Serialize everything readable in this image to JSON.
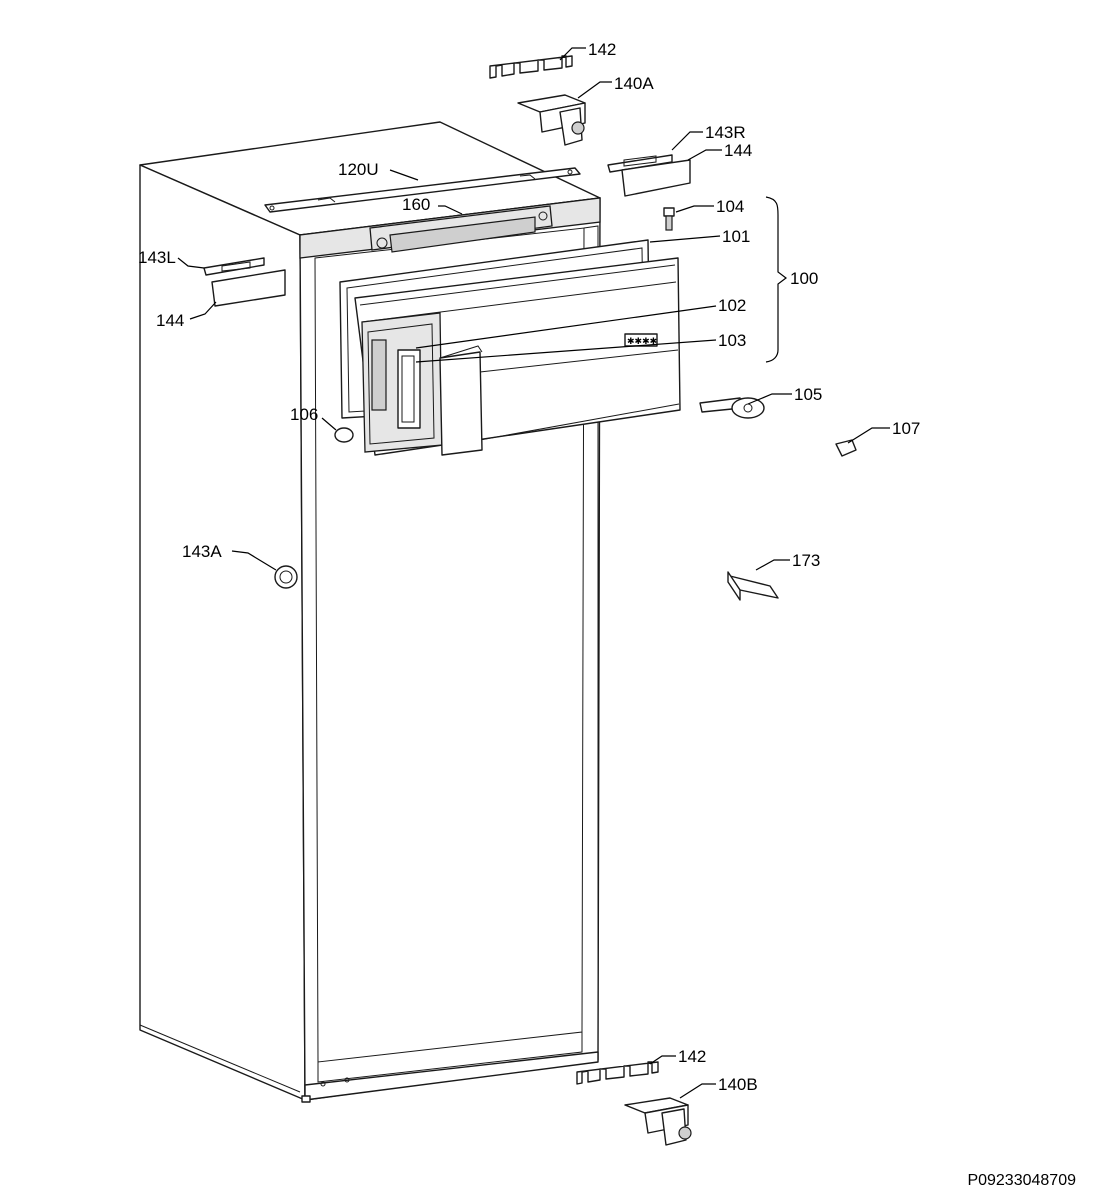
{
  "diagram": {
    "callouts": {
      "c142_top": "142",
      "c140A": "140A",
      "c143R": "143R",
      "c144_right": "144",
      "c120U": "120U",
      "c160": "160",
      "c104": "104",
      "c101": "101",
      "c100": "100",
      "c143L": "143L",
      "c144_left": "144",
      "c102": "102",
      "c103": "103",
      "c105": "105",
      "c106": "106",
      "c107": "107",
      "c143A": "143A",
      "c173": "173",
      "c142_bottom": "142",
      "c140B": "140B"
    },
    "drawing_id": "P09233048709"
  }
}
